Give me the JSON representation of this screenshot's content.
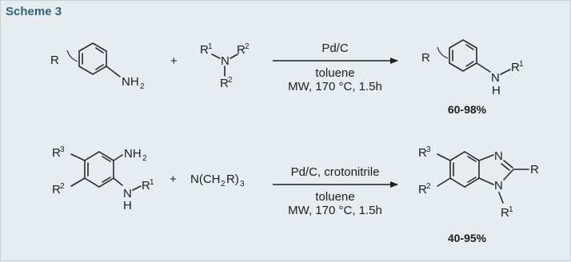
{
  "scheme": {
    "title": "Scheme 3",
    "reaction1": {
      "reagent_above": "Pd/C",
      "solvent_below": "toluene",
      "conditions_below": "MW, 170 °C, 1.5h",
      "yield": "60-98%",
      "plus": "+"
    },
    "reaction2": {
      "reagent_above": "Pd/C, crotonitrile",
      "solvent_below": "toluene",
      "conditions_below": "MW, 170 °C, 1.5h",
      "yield": "40-95%",
      "plus": "+"
    }
  },
  "colors": {
    "background": "#e6ecef",
    "title": "#2c6478",
    "ink": "#1e1e1e"
  }
}
